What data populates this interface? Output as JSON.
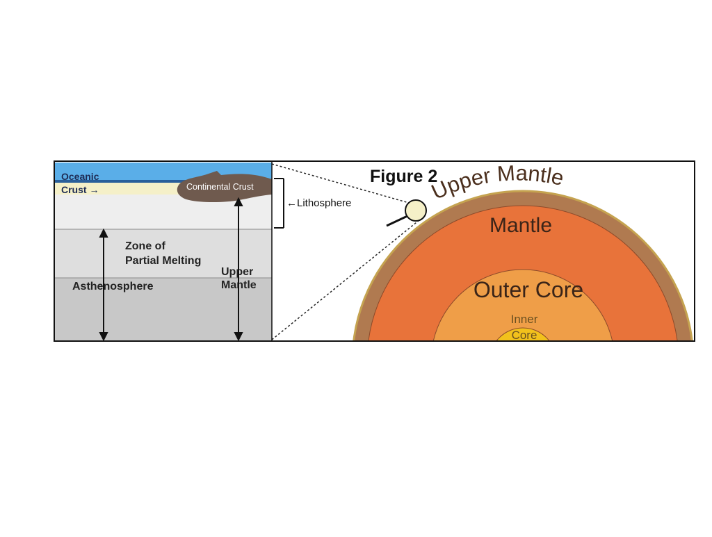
{
  "figure": {
    "title": "Figure 2"
  },
  "cross_section": {
    "oceanic_crust_line1": "Oceanic",
    "oceanic_crust_line2": "Crust →",
    "continental_crust": "Continental Crust",
    "lithosphere": "←Lithosphere",
    "zone_line1": "Zone of",
    "zone_line2": "Partial Melting",
    "asthenosphere": "Asthenosphere",
    "upper_mantle_line1": "Upper",
    "upper_mantle_line2": "Mantle"
  },
  "earth": {
    "upper_mantle": "Upper Mantle",
    "mantle": "Mantle",
    "outer_core": "Outer Core",
    "inner_core_line1": "Inner",
    "inner_core_line2": "Core"
  },
  "colors": {
    "ocean": "#5aaee8",
    "crust_strip": "#f5f0c8",
    "continental_crust": "#6f5a4e",
    "lithosphere_bg": "#eeeeee",
    "zone_bg": "#dedede",
    "asthenosphere_bg": "#c8c8c8",
    "upper_mantle_ring": "#b07a50",
    "mantle": "#e8733a",
    "outer_core": "#ef9e48",
    "inner_core": "#f2c11c",
    "outline": "#c5a350"
  }
}
